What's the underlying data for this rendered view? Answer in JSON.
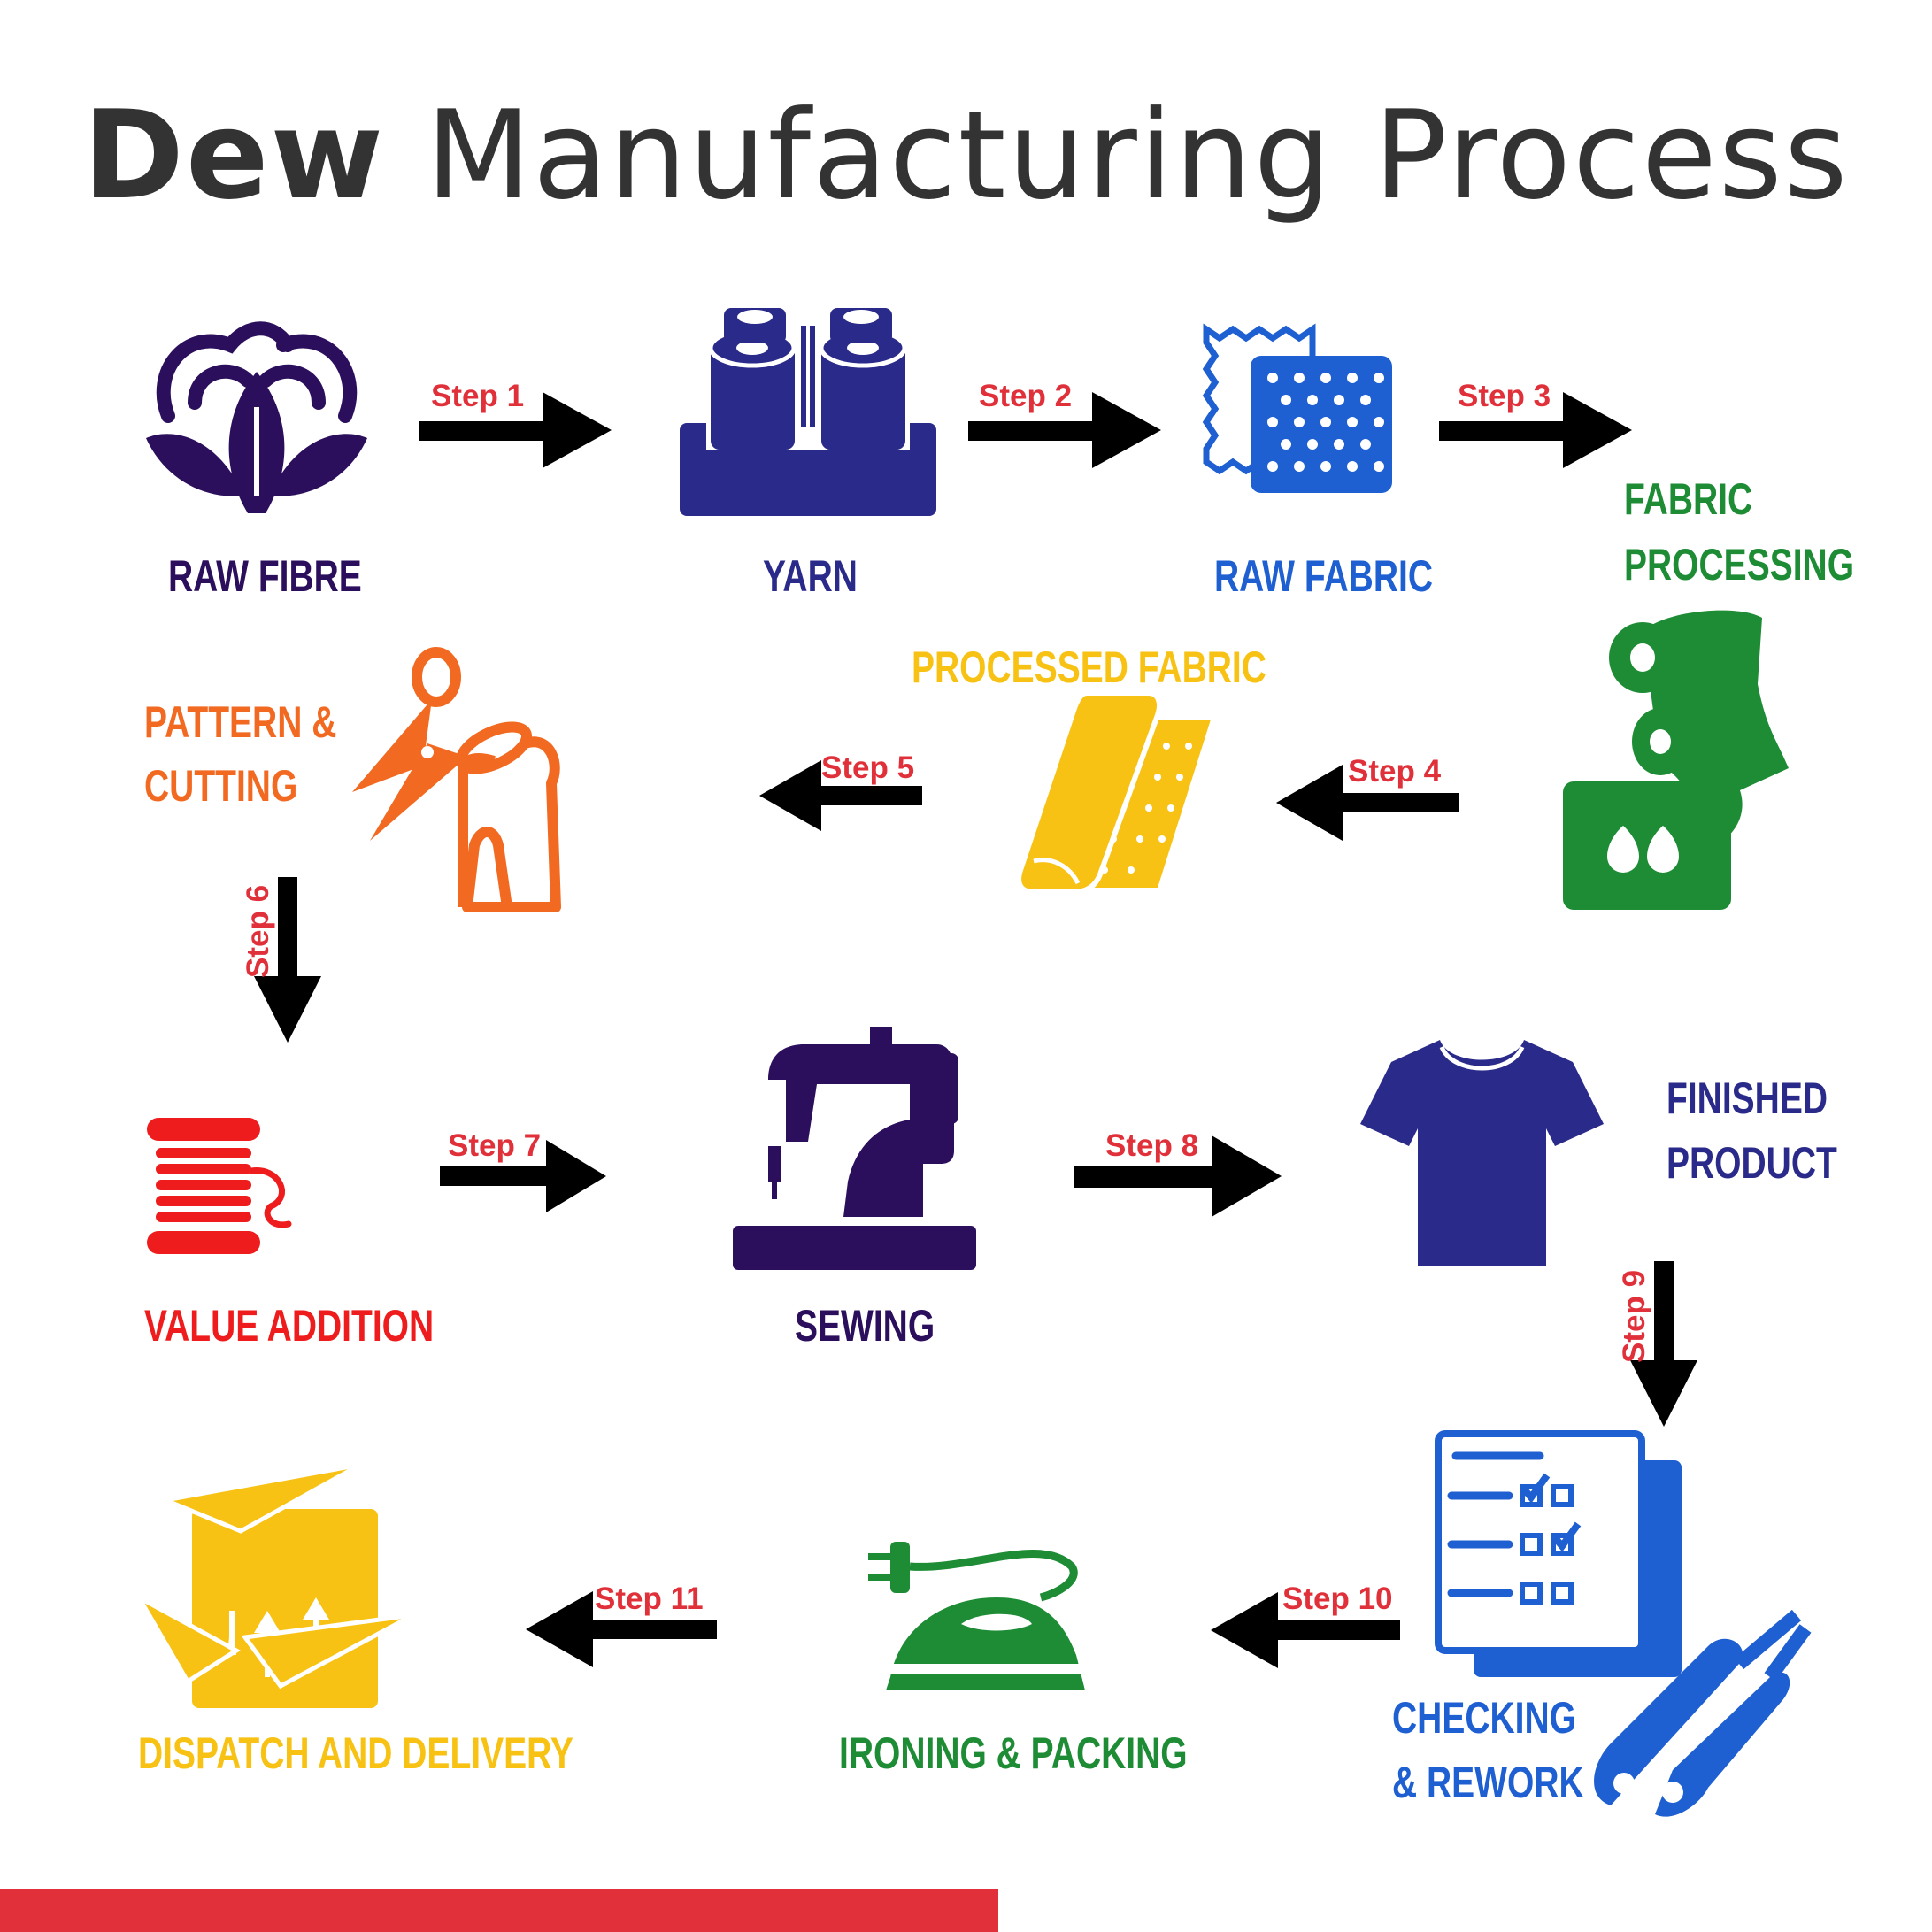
{
  "title": {
    "bold": "Dew",
    "light": "Manufacturing Process"
  },
  "colors": {
    "purple": "#2b0f5c",
    "navy": "#2a2a8a",
    "blue": "#1e5fd1",
    "green": "#1d8c35",
    "gold": "#f7c214",
    "orange": "#f26a21",
    "red": "#ee1c1c",
    "step_red": "#e0303a",
    "bar_red": "#e2303a",
    "arrow": "#000000"
  },
  "stages": {
    "raw_fibre": {
      "label": "RAW FIBRE",
      "icon": "cotton-flower-icon"
    },
    "yarn": {
      "label": "YARN",
      "icon": "yarn-spools-icon"
    },
    "raw_fabric": {
      "label": "RAW FABRIC",
      "icon": "fabric-swatch-icon"
    },
    "fabric_processing": {
      "label_line1": "FABRIC",
      "label_line2": "PROCESSING",
      "icon": "fabric-roll-dye-icon"
    },
    "processed_fabric": {
      "label": "PROCESSED FABRIC",
      "icon": "folded-fabric-icon"
    },
    "pattern_cutting": {
      "label_line1": "PATTERN &",
      "label_line2": "CUTTING",
      "icon": "scissors-pattern-icon"
    },
    "value_addition": {
      "label": "VALUE ADDITION",
      "icon": "thread-spool-icon"
    },
    "sewing": {
      "label": "SEWING",
      "icon": "sewing-machine-icon"
    },
    "finished_product": {
      "label_line1": "FINISHED",
      "label_line2": "PRODUCT",
      "icon": "tshirt-icon"
    },
    "checking_rework": {
      "label_line1": "CHECKING",
      "label_line2": "& REWORK",
      "icon": "checklist-snips-icon"
    },
    "ironing_packing": {
      "label": "IRONING & PACKING",
      "icon": "iron-icon"
    },
    "dispatch_delivery": {
      "label": "DISPATCH AND DELIVERY",
      "icon": "parcel-planes-icon"
    }
  },
  "steps": [
    "Step 1",
    "Step 2",
    "Step 3",
    "Step 4",
    "Step 5",
    "Step 6",
    "Step 7",
    "Step 8",
    "Step 9",
    "Step 10",
    "Step 11"
  ]
}
